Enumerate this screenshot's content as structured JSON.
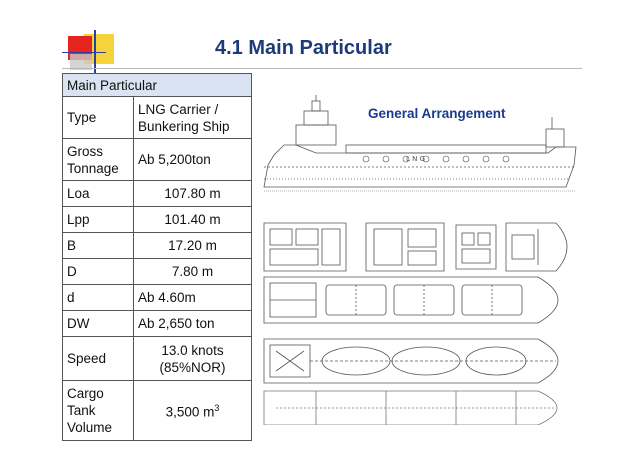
{
  "slide": {
    "title": "4.1 Main Particular"
  },
  "table": {
    "header": "Main Particular",
    "rows": [
      {
        "label": "Type",
        "value": "LNG Carrier /\nBunkering Ship"
      },
      {
        "label": "Gross\nTonnage",
        "value": "Ab 5,200ton"
      },
      {
        "label": "Loa",
        "value": "107.80 m"
      },
      {
        "label": "Lpp",
        "value": "101.40 m"
      },
      {
        "label": "B",
        "value": "17.20 m"
      },
      {
        "label": "D",
        "value": "7.80 m"
      },
      {
        "label": "d",
        "value": "Ab 4.60m"
      },
      {
        "label": "DW",
        "value": "Ab 2,650 ton"
      },
      {
        "label": "Speed",
        "value": "13.0 knots\n(85%NOR)"
      },
      {
        "label": "Cargo\nTank\nVolume",
        "value": "3,500 m",
        "sup": "3"
      }
    ]
  },
  "drawing": {
    "title": "General Arrangement"
  },
  "colors": {
    "title": "#1e3a78",
    "header_bg": "#d9e3f1",
    "deco_red": "#e52420",
    "deco_yellow": "#f5d33a",
    "deco_blue": "#2d3fa0"
  }
}
